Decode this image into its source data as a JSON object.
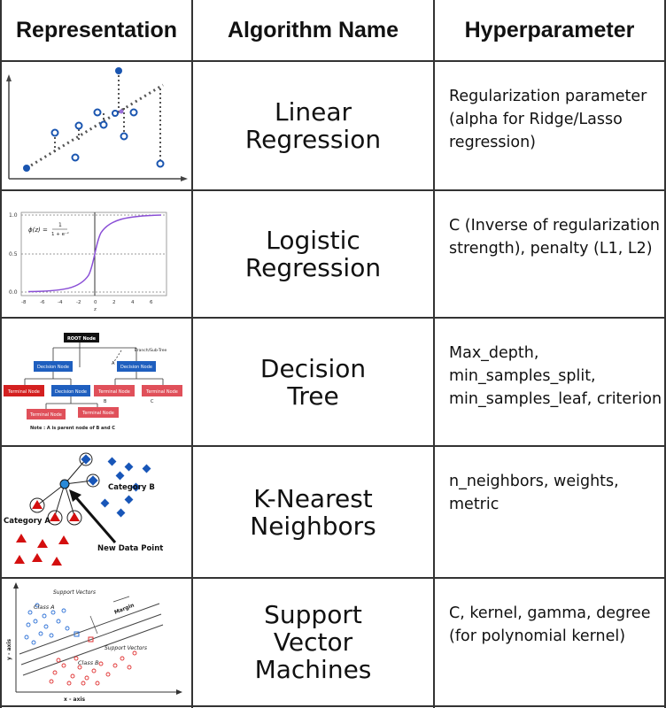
{
  "headers": {
    "representation": "Representation",
    "algorithm": "Algorithm Name",
    "hyperparameter": "Hyperparameter"
  },
  "rows": [
    {
      "algo_line1": "Linear",
      "algo_line2": "Regression",
      "algo_line3": "",
      "hyper_lines": [
        "Regularization parameter",
        "(alpha for Ridge/Lasso",
        "regression)"
      ]
    },
    {
      "algo_line1": "Logistic",
      "algo_line2": "Regression",
      "algo_line3": "",
      "hyper_lines": [
        "C (Inverse of regularization",
        "strength), penalty (L1, L2)"
      ]
    },
    {
      "algo_line1": "Decision",
      "algo_line2": "Tree",
      "algo_line3": "",
      "hyper_lines": [
        "Max_depth,",
        "min_samples_split,",
        "min_samples_leaf, criterion"
      ]
    },
    {
      "algo_line1": "K-Nearest",
      "algo_line2": "Neighbors",
      "algo_line3": "",
      "hyper_lines": [
        "n_neighbors, weights, metric"
      ]
    },
    {
      "algo_line1": "Support",
      "algo_line2": "Vector",
      "algo_line3": "Machines",
      "hyper_lines": [
        "C, kernel, gamma, degree",
        "(for polynomial kernel)"
      ]
    }
  ],
  "sigmoid": {
    "formula_lhs": "ϕ(z) =",
    "formula_num": "1",
    "formula_den": "1 + e⁻ᶻ",
    "y_ticks": [
      "1.0",
      "0.5",
      "0.0"
    ],
    "x_ticks": [
      "-8",
      "-6",
      "-4",
      "-2",
      "0",
      "2",
      "4",
      "6"
    ],
    "x_label": "z"
  },
  "tree": {
    "root": "ROOT Node",
    "branch": "Branch/Sub-Tree",
    "decision": "Decision Node",
    "terminal": "Terminal Node",
    "label_a": "A",
    "label_b": "B",
    "label_c": "C",
    "note": "Note : A is parent node of B and C",
    "colors": {
      "root": "#111111",
      "decision": "#1f5fbf",
      "terminal_red": "#d42020",
      "terminal_pink": "#e0505a"
    }
  },
  "knn": {
    "category_a": "Category A",
    "category_b": "Category B",
    "new_point": "New Data Point",
    "colors": {
      "class_a": "#d40f0f",
      "class_b": "#1856b8",
      "query": "#2a8ad8"
    }
  },
  "svm": {
    "support_vectors_top": "Support Vectors",
    "support_vectors_bottom": "Support Vectors",
    "class_a": "Class A",
    "class_b": "Class B",
    "margin": "Margin",
    "y_axis": "y - axis",
    "x_axis": "x - axis",
    "colors": {
      "class_a": "#2a6fd6",
      "class_b": "#e03030"
    }
  }
}
